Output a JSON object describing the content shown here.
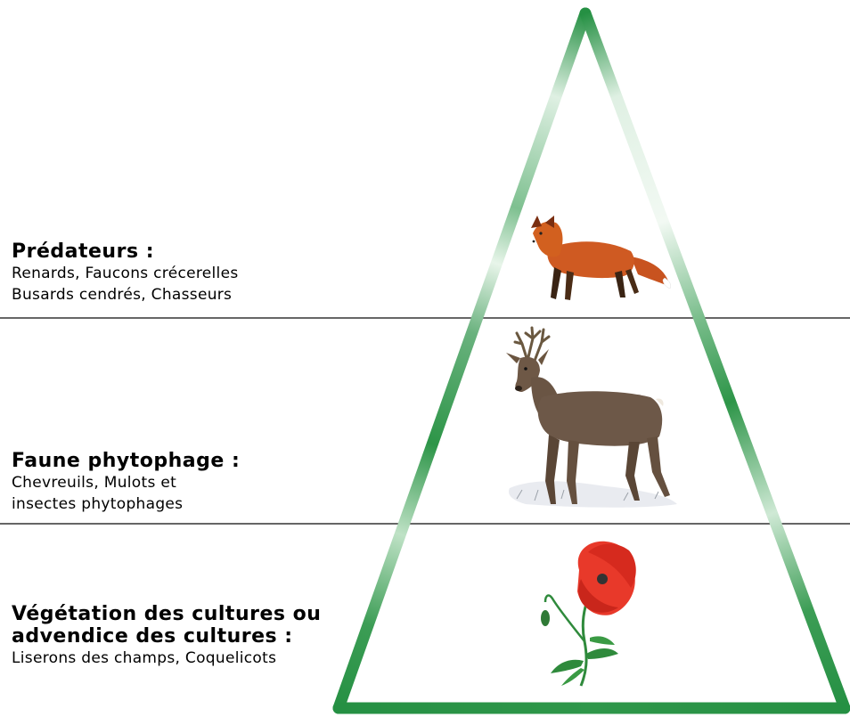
{
  "pyramid": {
    "color_dark": "#259043",
    "color_light": "#e6f4e9",
    "levels": [
      {
        "title": "Prédateurs :",
        "items": [
          "Renards, Faucons crécerelles",
          "Busards cendrés, Chasseurs"
        ],
        "illustration": "fox-illustration"
      },
      {
        "title": "Faune phytophage :",
        "items": [
          "Chevreuils, Mulots et",
          "insectes phytophages"
        ],
        "illustration": "roe-deer-illustration"
      },
      {
        "title_lines": [
          "Végétation des cultures ou",
          "advendice des cultures :"
        ],
        "items": [
          "Liserons des champs, Coquelicots"
        ],
        "illustration": "poppy-illustration"
      }
    ]
  }
}
